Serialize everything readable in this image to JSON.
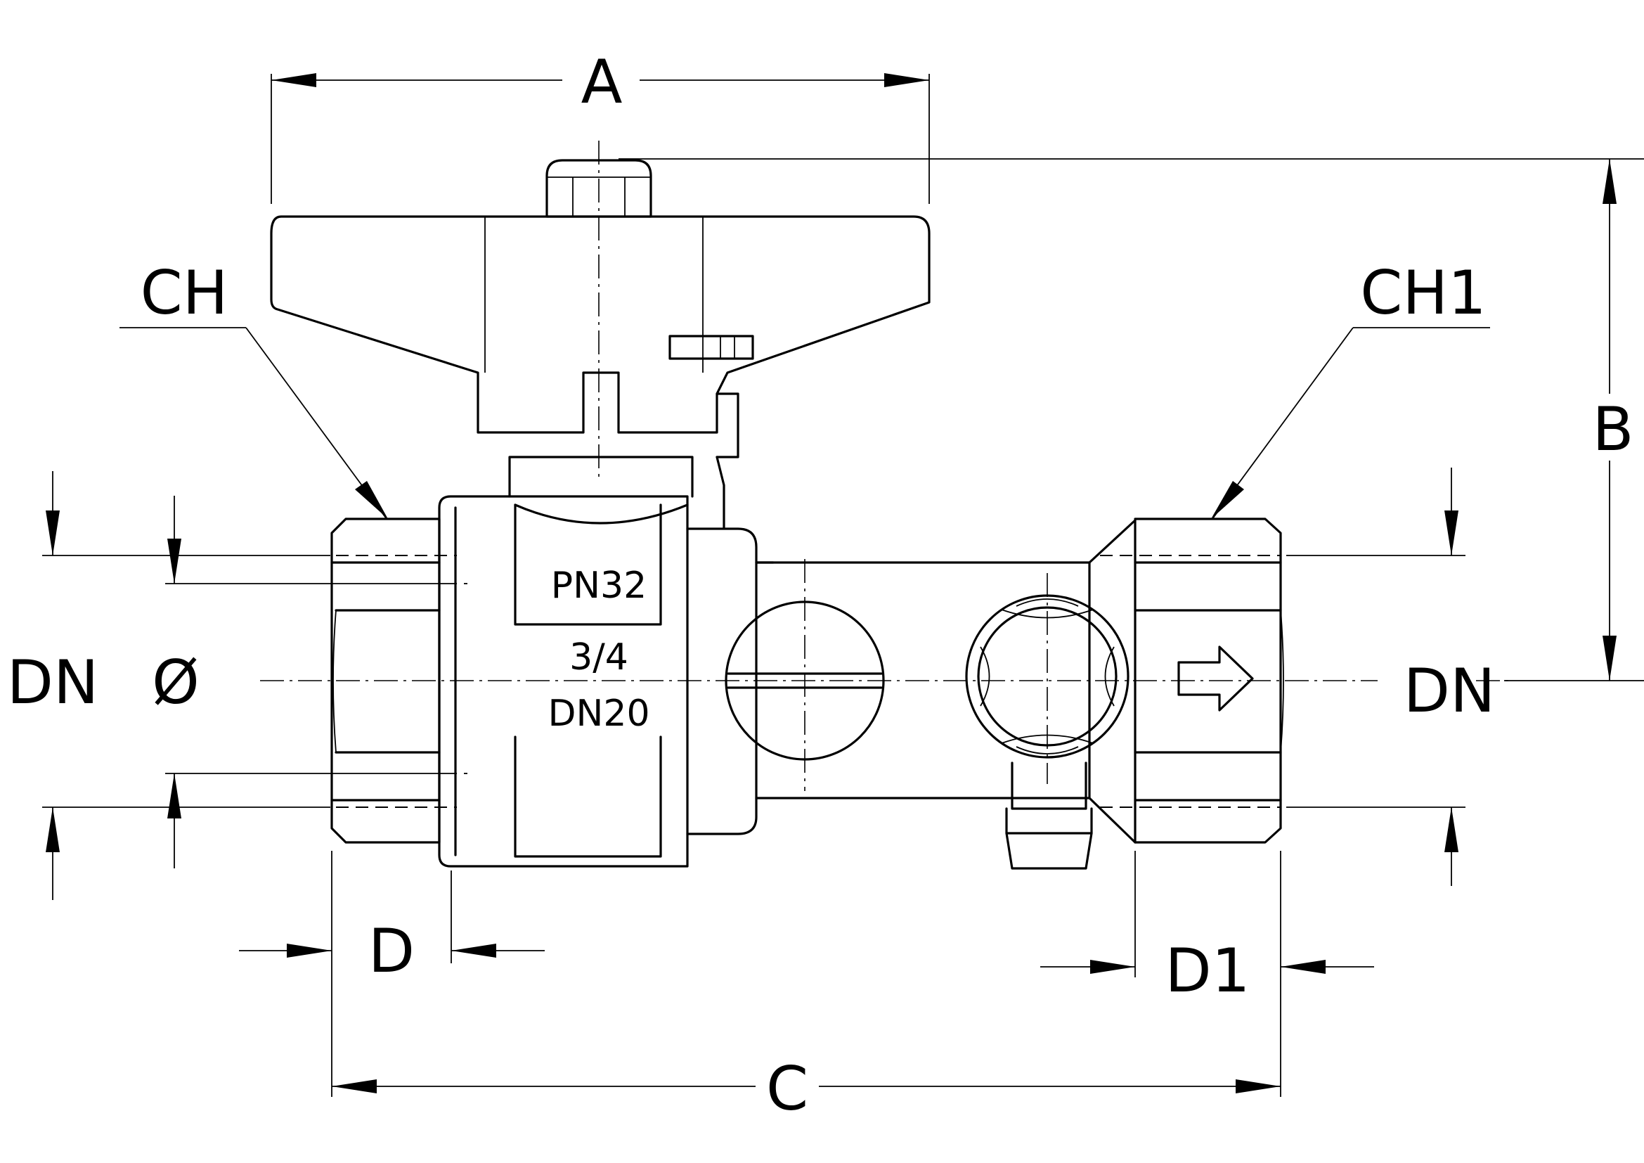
{
  "drawing": {
    "dimension_labels": {
      "a": "A",
      "b": "B",
      "c": "C",
      "d": "D",
      "d1": "D1",
      "ch": "CH",
      "ch1": "CH1",
      "dn_left": "DN",
      "diameter": "Ø",
      "dn_right": "DN"
    },
    "body_markings": {
      "pressure": "PN32",
      "size": "3/4",
      "nominal": "DN20"
    }
  }
}
